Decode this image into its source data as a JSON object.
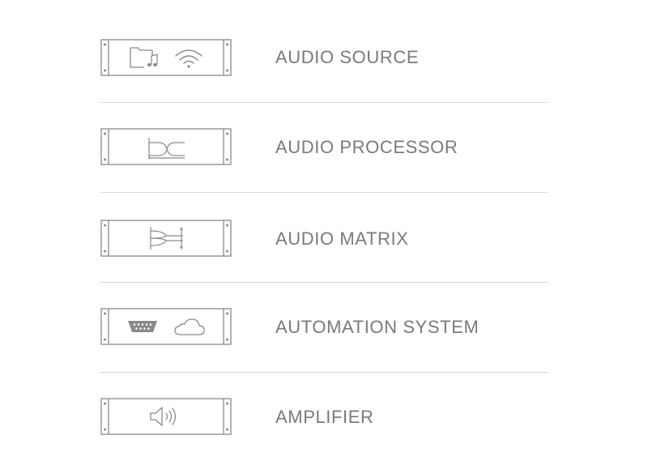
{
  "items": [
    {
      "label": "AUDIO SOURCE",
      "icons": [
        "music-folder-icon",
        "wifi-icon"
      ]
    },
    {
      "label": "AUDIO PROCESSOR",
      "icons": [
        "crossover-filter-icon"
      ]
    },
    {
      "label": "AUDIO MATRIX",
      "icons": [
        "matrix-routing-icon"
      ]
    },
    {
      "label": "AUTOMATION SYSTEM",
      "icons": [
        "serial-port-icon",
        "cloud-icon"
      ]
    },
    {
      "label": "AMPLIFIER",
      "icons": [
        "speaker-icon"
      ]
    }
  ],
  "colors": {
    "stroke": "#8a8a8a",
    "text": "#7a7a7a",
    "divider": "#d6d6d6"
  }
}
